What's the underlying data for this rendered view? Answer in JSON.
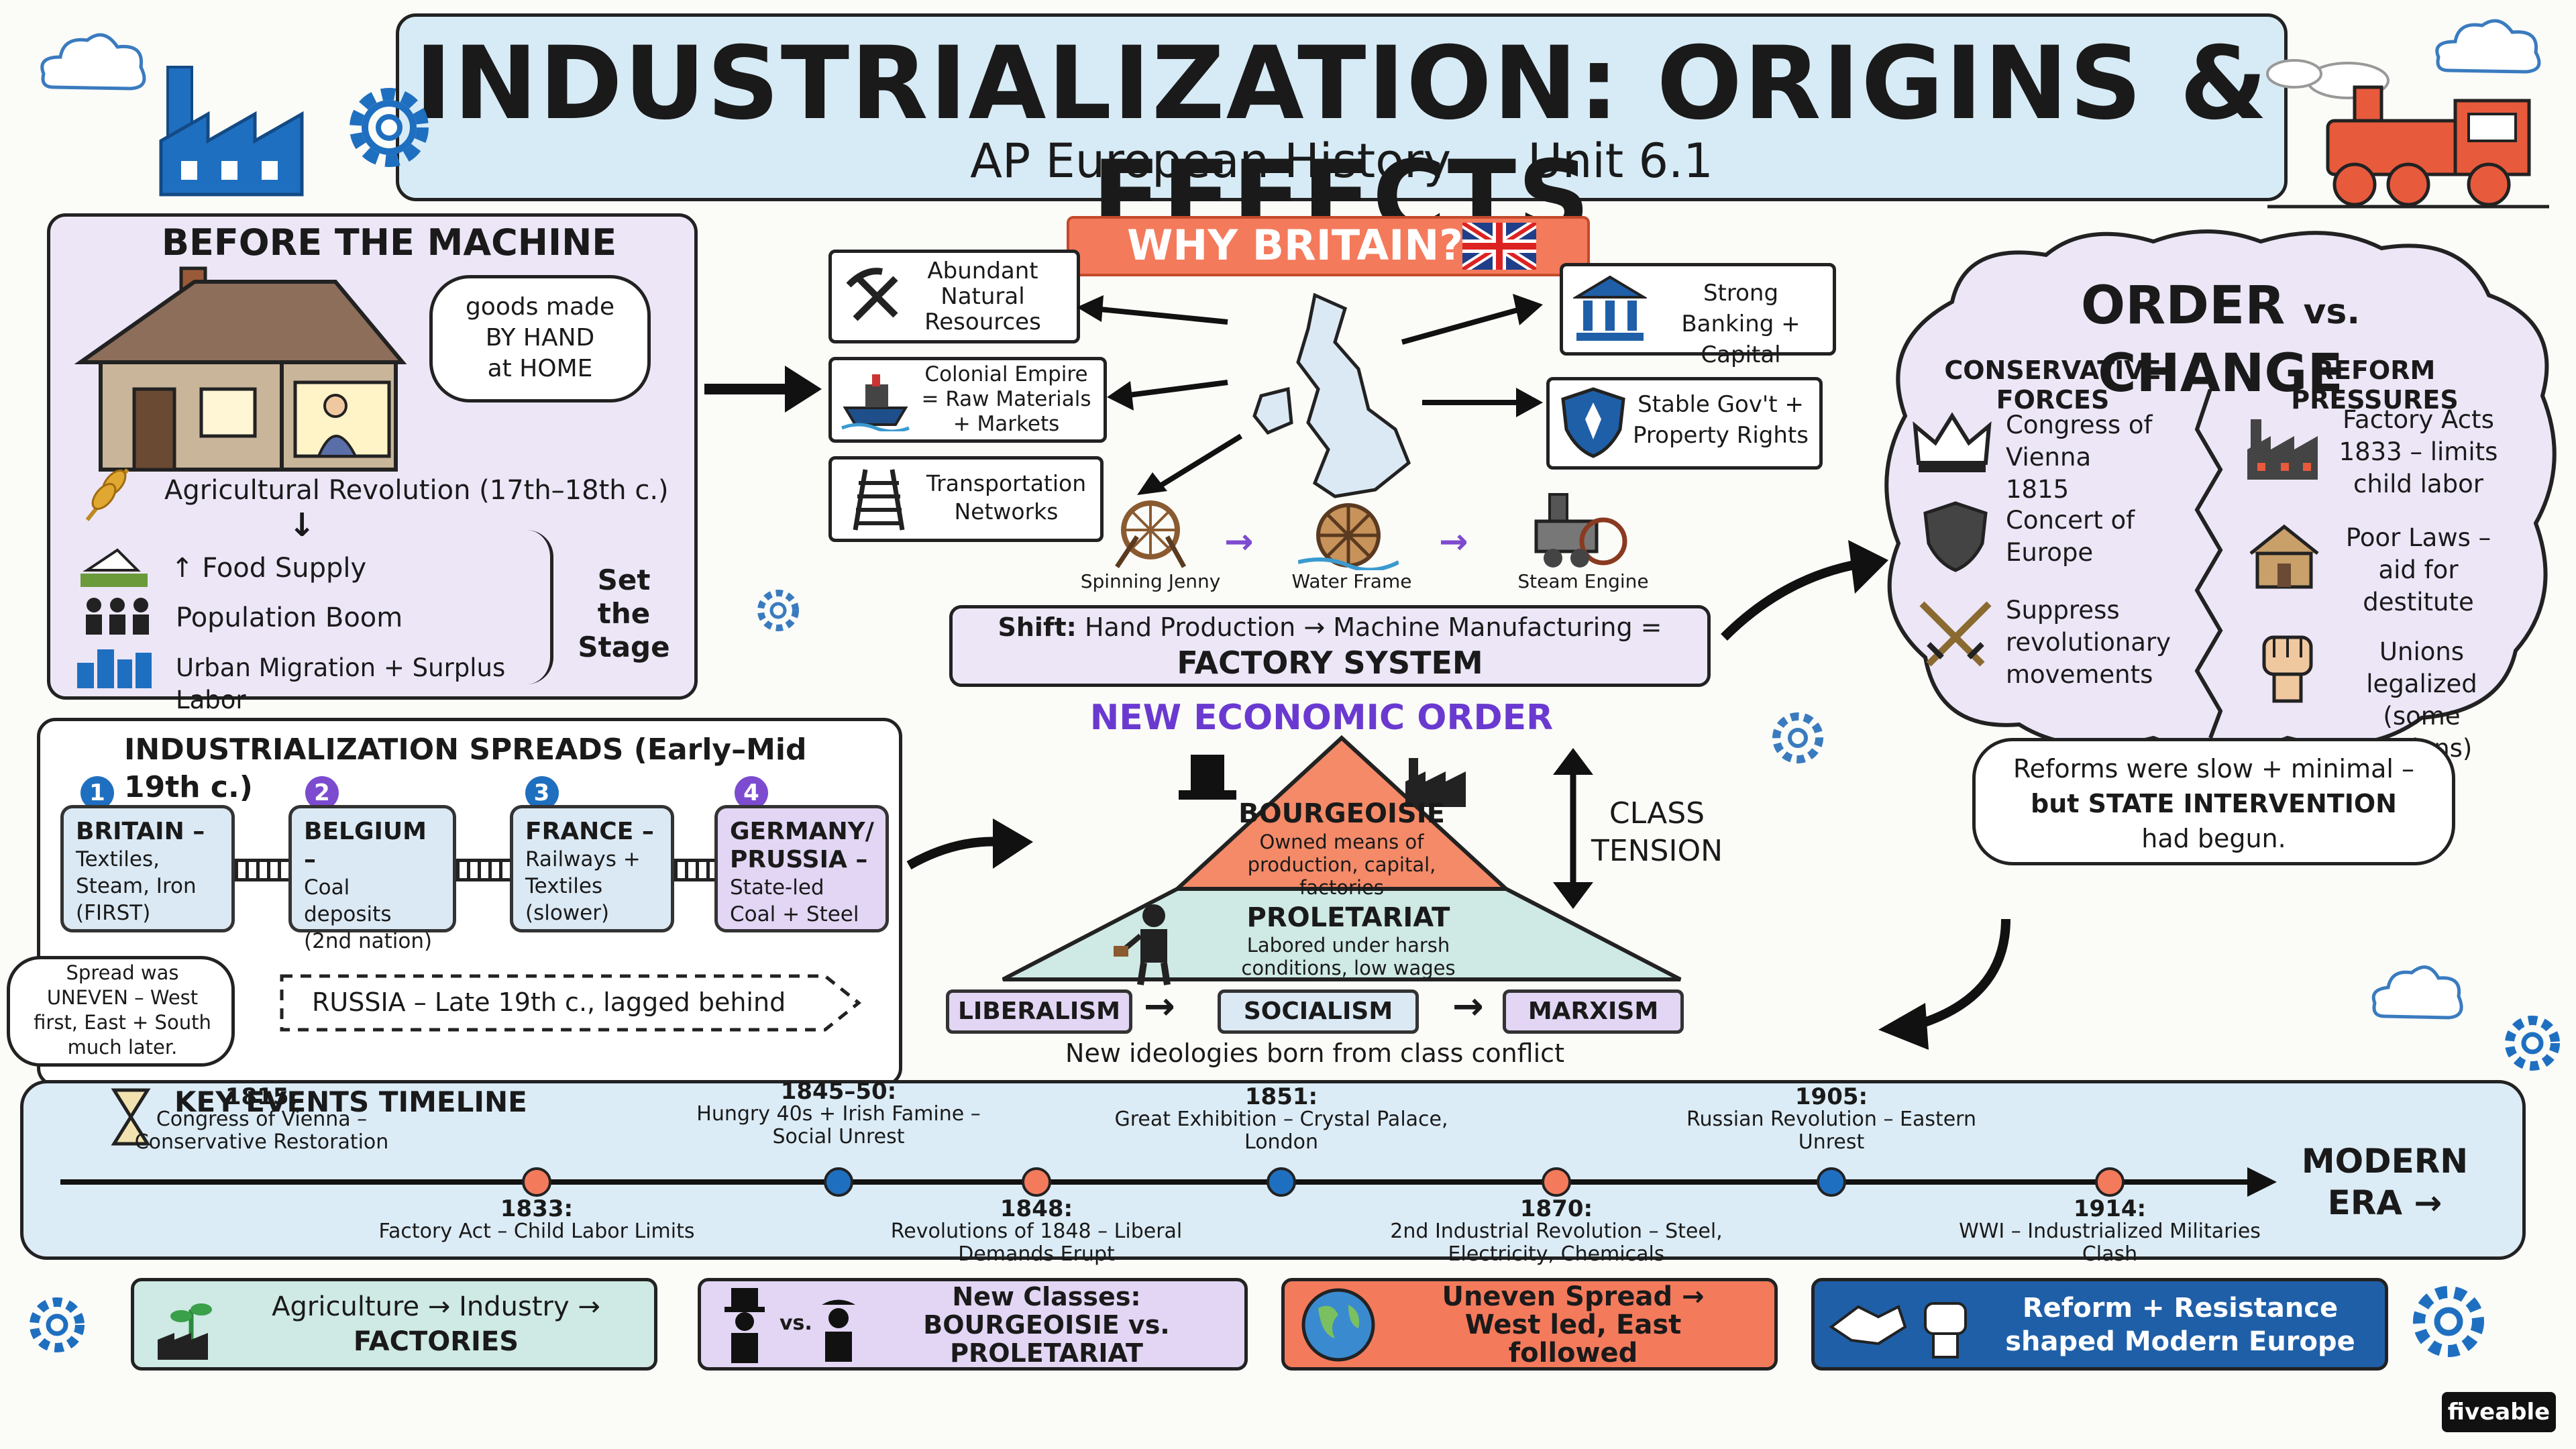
{
  "header": {
    "title": "INDUSTRIALIZATION: ORIGINS & EFFECTS",
    "subtitle": "AP European History — Unit 6.1"
  },
  "before_machine": {
    "title": "BEFORE THE MACHINE",
    "speech": [
      "goods made",
      "BY HAND",
      "at HOME"
    ],
    "ag_rev": "Agricultural Revolution (17th–18th c.)",
    "items": [
      "↑ Food Supply",
      "Population Boom",
      "Urban Migration + Surplus Labor"
    ],
    "set_stage": [
      "Set",
      "the",
      "Stage"
    ]
  },
  "why_britain": {
    "title": "WHY BRITAIN?",
    "factors": {
      "resources": "Abundant Natural Resources",
      "colonial": "Colonial Empire = Raw Materials + Markets",
      "transport": "Transportation Networks",
      "banking": "Strong Banking + Capital",
      "govt": "Stable Gov't + Property Rights"
    },
    "inventions": [
      "Spinning Jenny",
      "Water Frame",
      "Steam Engine"
    ],
    "shift_label": "Shift:",
    "shift_text": "Hand Production → Machine Manufacturing =",
    "factory": "FACTORY SYSTEM"
  },
  "order_change": {
    "title_left": "ORDER",
    "vs": "vs.",
    "title_right": "CHANGE",
    "conservative_header": "CONSERVATIVE FORCES",
    "reform_header": "REFORM PRESSURES",
    "conservative": [
      "Congress of Vienna 1815",
      "Concert of Europe",
      "Suppress revolutionary movements"
    ],
    "reform": [
      "Factory Acts 1833 – limits child labor",
      "Poor Laws – aid for destitute",
      "Unions legalized (some nations)"
    ],
    "bubble": [
      "Reforms were slow + minimal –",
      "but STATE INTERVENTION",
      "had begun."
    ]
  },
  "spreads": {
    "title": "INDUSTRIALIZATION SPREADS (Early–Mid 19th c.)",
    "steps": [
      {
        "num": "1",
        "name": "BRITAIN –",
        "desc": "Textiles, Steam, Iron (FIRST)"
      },
      {
        "num": "2",
        "name": "BELGIUM –",
        "desc": "Coal deposits (2nd nation)"
      },
      {
        "num": "3",
        "name": "FRANCE –",
        "desc": "Railways + Textiles (slower)"
      },
      {
        "num": "4",
        "name": "GERMANY/ PRUSSIA –",
        "desc": "State-led Coal + Steel"
      }
    ],
    "note": "Spread was UNEVEN – West first, East + South much later.",
    "russia": "RUSSIA – Late 19th c., lagged behind"
  },
  "economic_order": {
    "title": "NEW ECONOMIC ORDER",
    "bourgeoisie": "BOURGEOISIE",
    "bourgeoisie_desc": "Owned means of production, capital, factories",
    "proletariat": "PROLETARIAT",
    "proletariat_desc": "Labored under harsh conditions, low wages",
    "tension": [
      "CLASS",
      "TENSION"
    ],
    "ideologies": [
      "LIBERALISM",
      "SOCIALISM",
      "MARXISM"
    ],
    "ideologies_caption": "New ideologies born from class conflict"
  },
  "timeline": {
    "title": "KEY EVENTS TIMELINE",
    "modern": [
      "MODERN",
      "ERA →"
    ],
    "events_top": [
      {
        "year": "1815:",
        "text": "Congress of Vienna – Conservative Restoration"
      },
      {
        "year": "1845–50:",
        "text": "Hungry 40s + Irish Famine – Social Unrest"
      },
      {
        "year": "1851:",
        "text": "Great Exhibition – Crystal Palace, London"
      },
      {
        "year": "1905:",
        "text": "Russian Revolution – Eastern Unrest"
      }
    ],
    "events_bottom": [
      {
        "year": "1833:",
        "text": "Factory Act – Child Labor Limits"
      },
      {
        "year": "1848:",
        "text": "Revolutions of 1848 – Liberal Demands Erupt"
      },
      {
        "year": "1870:",
        "text": "2nd Industrial Revolution – Steel, Electricity, Chemicals"
      },
      {
        "year": "1914:",
        "text": "WWI – Industrialized Militaries Clash"
      }
    ]
  },
  "summary": {
    "agri": [
      "Agriculture → Industry →",
      "FACTORIES"
    ],
    "classes": [
      "New Classes:",
      "BOURGEOISIE vs.",
      "PROLETARIAT"
    ],
    "vs_small": "vs.",
    "uneven": [
      "Uneven Spread →",
      "West led, East",
      "followed"
    ],
    "reform": [
      "Reform + Resistance",
      "shaped Modern Europe"
    ]
  },
  "brand": "fiveable",
  "colors": {
    "purple": "#ece6f7",
    "blue": "#dcecf6",
    "salmon": "#f47a5c",
    "navy": "#1f5fa8",
    "teal": "#cfe9e4"
  }
}
